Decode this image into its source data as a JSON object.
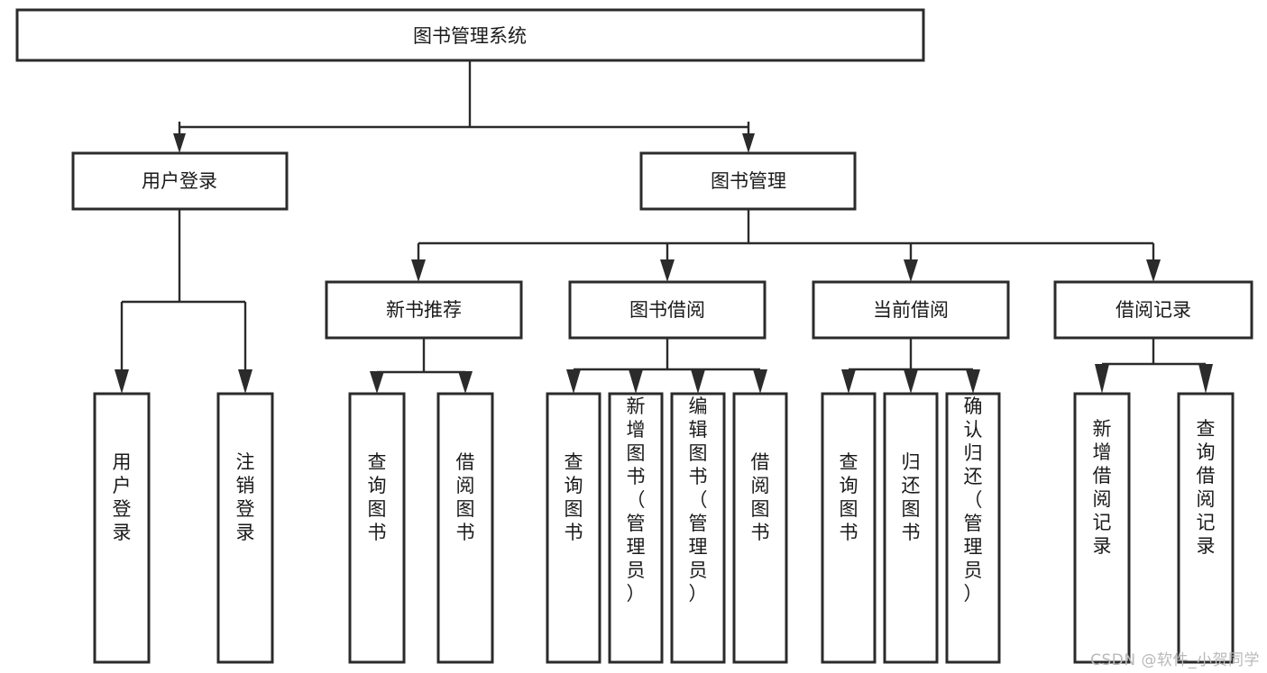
{
  "diagram": {
    "title": "图书管理系统",
    "type": "tree-hierarchy-chart",
    "root": {
      "label": "图书管理系统"
    },
    "level2": [
      {
        "label": "用户登录"
      },
      {
        "label": "图书管理"
      }
    ],
    "level3": [
      {
        "label": "新书推荐"
      },
      {
        "label": "图书借阅"
      },
      {
        "label": "当前借阅"
      },
      {
        "label": "借阅记录"
      }
    ],
    "leaves": {
      "user_login": [
        {
          "label": "用户登录"
        },
        {
          "label": "注销登录"
        }
      ],
      "new_book_recommend": [
        {
          "label": "查询图书"
        },
        {
          "label": "借阅图书"
        }
      ],
      "book_borrow": [
        {
          "label": "查询图书"
        },
        {
          "label": "新增图书（管理员）"
        },
        {
          "label": "编辑图书（管理员）"
        },
        {
          "label": "借阅图书"
        }
      ],
      "current_borrow": [
        {
          "label": "查询图书"
        },
        {
          "label": "归还图书"
        },
        {
          "label": "确认归还（管理员）"
        }
      ],
      "borrow_records": [
        {
          "label": "新增借阅记录"
        },
        {
          "label": "查询借阅记录"
        }
      ]
    },
    "colors": {
      "box_stroke": "#2b2b2b",
      "box_fill": "#ffffff",
      "text": "#1a1a1a",
      "background": "#ffffff",
      "watermark": "#b9b9b9"
    }
  },
  "watermark": {
    "text": "CSDN @软件_小贺同学"
  }
}
